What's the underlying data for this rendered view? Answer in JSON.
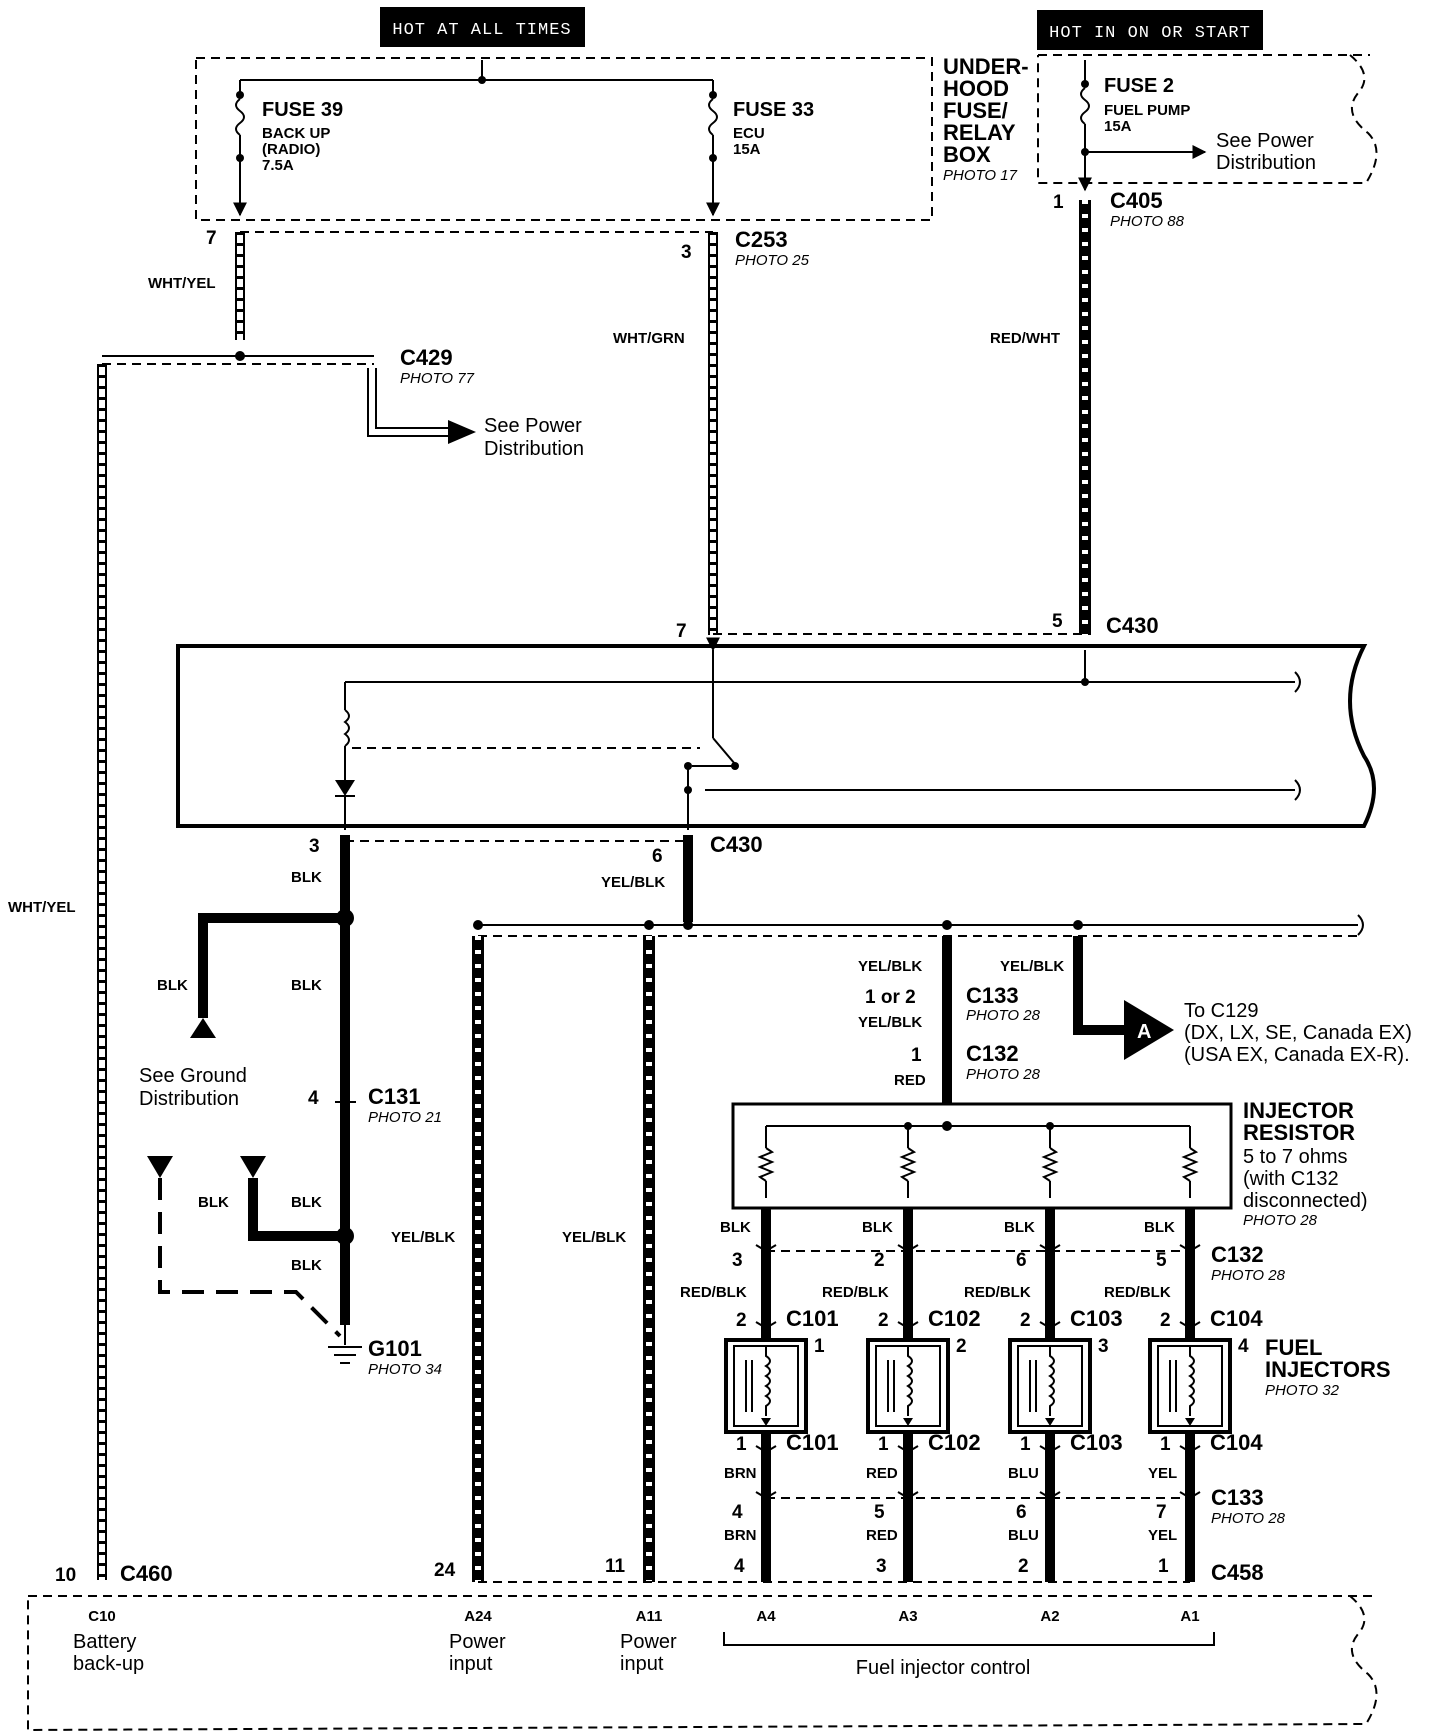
{
  "headers": {
    "hot_at_all_times": "HOT AT ALL TIMES",
    "hot_in_on_or_start": "HOT IN ON OR START"
  },
  "underhood_box": {
    "label_lines": [
      "UNDER-",
      "HOOD",
      "FUSE/",
      "RELAY",
      "BOX"
    ],
    "photo": "PHOTO 17"
  },
  "fuses": {
    "fuse39": {
      "name": "FUSE 39",
      "desc1": "BACK UP",
      "desc2": "(RADIO)",
      "rating": "7.5A"
    },
    "fuse33": {
      "name": "FUSE 33",
      "desc1": "ECU",
      "rating": "15A"
    },
    "fuse2": {
      "name": "FUSE 2",
      "desc1": "FUEL PUMP",
      "rating": "15A"
    }
  },
  "see_power_distribution": [
    "See Power",
    "Distribution"
  ],
  "see_ground_distribution": [
    "See Ground",
    "Distribution"
  ],
  "connectors": {
    "c253": "C253",
    "c253_photo": "PHOTO 25",
    "c405": "C405",
    "c405_photo": "PHOTO 88",
    "c429": "C429",
    "c429_photo": "PHOTO 77",
    "c430": "C430",
    "c131": "C131",
    "c131_photo": "PHOTO 21",
    "c133": "C133",
    "c133_photo": "PHOTO 28",
    "c132": "C132",
    "c132_photo": "PHOTO 28",
    "c101": "C101",
    "c102": "C102",
    "c103": "C103",
    "c104": "C104",
    "c458": "C458",
    "c460": "C460",
    "g101": "G101",
    "g101_photo": "PHOTO 34"
  },
  "pins": {
    "p7": "7",
    "p3": "3",
    "p1": "1",
    "p5": "5",
    "p6": "6",
    "p4": "4",
    "p2": "2",
    "p10": "10",
    "p24": "24",
    "p11": "11",
    "p1or2": "1 or 2"
  },
  "wire_colors": {
    "wht_yel": "WHT/YEL",
    "wht_grn": "WHT/GRN",
    "red_wht": "RED/WHT",
    "blk": "BLK",
    "yel_blk": "YEL/BLK",
    "red": "RED",
    "red_blk": "RED/BLK",
    "brn": "BRN",
    "blu": "BLU",
    "yel": "YEL"
  },
  "to_c129": {
    "marker": "A",
    "lines": [
      "To C129",
      "(DX, LX, SE, Canada EX)",
      "(USA EX, Canada EX-R)."
    ]
  },
  "injector_resistor": {
    "lines": [
      "INJECTOR",
      "RESISTOR"
    ],
    "spec": [
      "5 to 7 ohms",
      "(with C132",
      "disconnected)"
    ],
    "photo": "PHOTO 28"
  },
  "fuel_injectors": {
    "lines": [
      "FUEL",
      "INJECTORS"
    ],
    "photo": "PHOTO 32",
    "numbers": [
      "1",
      "2",
      "3",
      "4"
    ]
  },
  "ecu_terminals": {
    "c10": "C10",
    "a24": "A24",
    "a11": "A11",
    "a4": "A4",
    "a3": "A3",
    "a2": "A2",
    "a1": "A1"
  },
  "ecu_labels": {
    "battery_backup": [
      "Battery",
      "back-up"
    ],
    "power_input": [
      "Power",
      "input"
    ],
    "fuel_injector_control": "Fuel injector control"
  }
}
